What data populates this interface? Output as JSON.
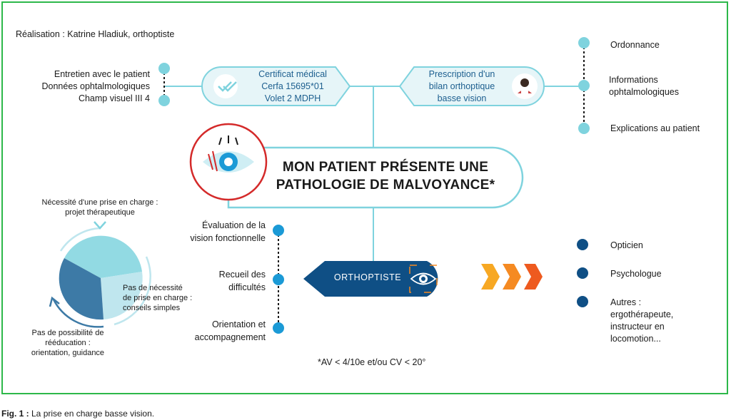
{
  "credit": "Réalisation : Katrine Hladiuk, orthoptiste",
  "left_top_items": [
    "Entretien avec le patient",
    "Données ophtalmologiques",
    "Champ visuel III 4"
  ],
  "certificat": [
    "Certificat médical",
    "Cerfa 15695*01",
    "Volet 2 MDPH"
  ],
  "prescription": [
    "Prescription d'un",
    "bilan orthoptique",
    "basse vision"
  ],
  "right_top_items": {
    "ordonnance": "Ordonnance",
    "informations": [
      "Informations",
      "ophtalmologiques"
    ],
    "explications": "Explications au patient"
  },
  "main_title": [
    "MON PATIENT PRÉSENTE UNE",
    "PATHOLOGIE DE MALVOYANCE*"
  ],
  "middle_left_items": {
    "evaluation": [
      "Évaluation de la",
      "vision fonctionnelle"
    ],
    "recueil": [
      "Recueil des",
      "difficultés"
    ],
    "orientation": [
      "Orientation et",
      "accompagnement"
    ]
  },
  "orthoptiste": "ORTHOPTISTE",
  "cycle_labels": {
    "top": [
      "Nécessité d'une prise en charge :",
      "projet thérapeutique"
    ],
    "right": [
      "Pas de nécessité",
      "de prise en charge :",
      "conseils simples"
    ],
    "bottom_left": [
      "Pas de possibilité de",
      "rééducation :",
      "orientation, guidance"
    ]
  },
  "right_bottom_items": {
    "opticien": "Opticien",
    "psychologue": "Psychologue",
    "autres": [
      "Autres :",
      "ergothérapeute,",
      "instructeur en",
      "locomotion..."
    ]
  },
  "footnote": "*AV < 4/10e et/ou CV < 20°",
  "caption_label": "Fig. 1 :",
  "caption_text": " La prise en charge basse vision.",
  "colors": {
    "frame": "#2db84a",
    "light_teal": "#7fd3de",
    "teal_fill": "#e6f5f8",
    "navy": "#0f4f85",
    "dot_blue": "#1b9ad6",
    "dot_navy": "#0f4f85",
    "red": "#d42a2a",
    "arrow_1": "#f7a823",
    "arrow_2": "#f58a22",
    "arrow_3": "#ee5a1f"
  }
}
